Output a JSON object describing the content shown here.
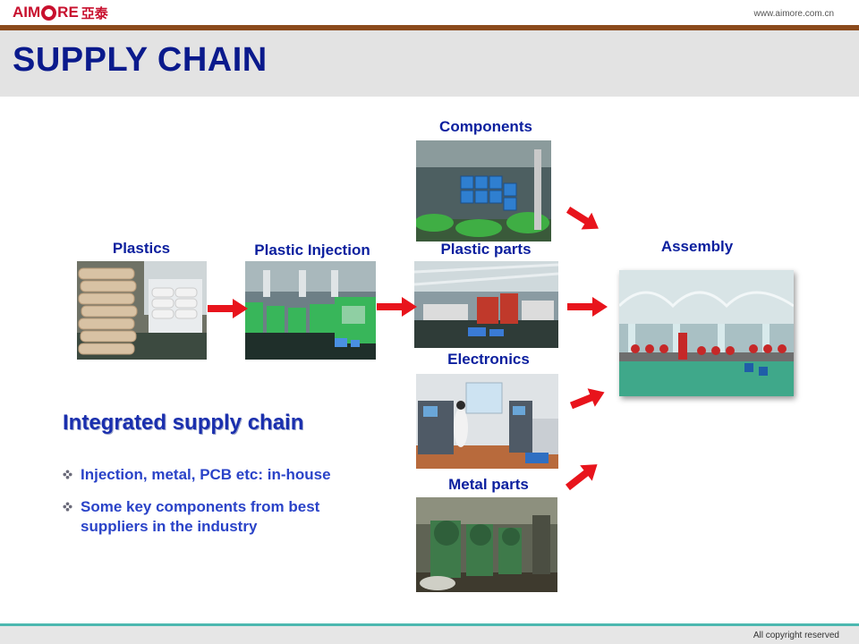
{
  "header": {
    "logo_text_left": "AIM",
    "logo_text_right": "RE",
    "logo_text_cn": "亞泰",
    "website": "www.aimore.com.cn"
  },
  "slide": {
    "title": "SUPPLY CHAIN"
  },
  "diagram": {
    "plastics": "Plastics",
    "plastic_injection": "Plastic Injection",
    "components": "Components",
    "plastic_parts": "Plastic parts",
    "electronics": "Electronics",
    "metal_parts": "Metal parts",
    "assembly": "Assembly",
    "arrow_color": "#e8141c"
  },
  "summary": {
    "heading": "Integrated supply chain",
    "bullets": [
      "Injection, metal, PCB etc: in-house",
      "Some key components from best suppliers in the industry"
    ]
  },
  "footer": {
    "copyright": "All copyright reserved"
  }
}
